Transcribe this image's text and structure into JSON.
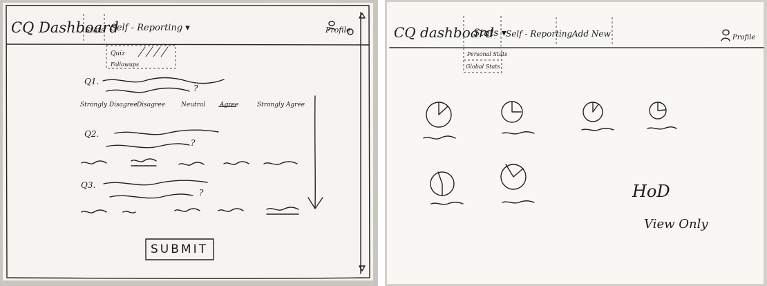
{
  "sketch_left": {
    "nav": {
      "brand": "CQ Dashboard",
      "stats": "Stats",
      "self_reporting": "Self - Reporting ▾",
      "profile": "Profile"
    },
    "dropdown": {
      "quiz": "Quiz",
      "followups": "Followups"
    },
    "questions": [
      {
        "number": "Q1.",
        "mark": "?"
      },
      {
        "number": "Q2.",
        "mark": "?"
      },
      {
        "number": "Q3.",
        "mark": "?"
      }
    ],
    "scale": [
      "Strongly Disagree",
      "Disagree",
      "Neutral",
      "Agree",
      "Strongly Agree"
    ],
    "submit_label": "SUBMIT"
  },
  "sketch_right": {
    "nav": {
      "brand": "CQ dashboard",
      "stats": "Stats ▾",
      "self_reporting": "Self - Reporting",
      "add_new": "Add New",
      "profile": "Profile"
    },
    "dropdown": {
      "personal": "Personal Stats",
      "global": "Global Stats"
    },
    "role_note": {
      "title": "HoD",
      "subtitle": "View Only"
    }
  },
  "colors": {
    "ink": "#222222",
    "paper": "#f6f5f1",
    "background": "#cbc8c1"
  }
}
